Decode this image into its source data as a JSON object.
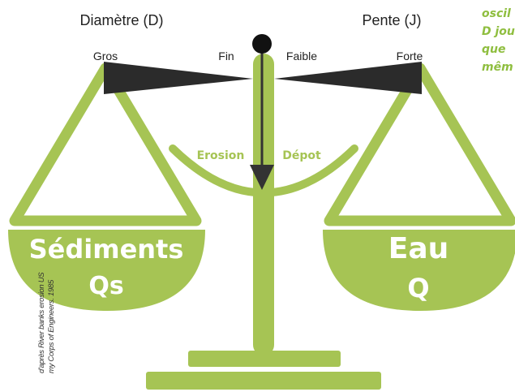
{
  "scale": {
    "left_axis_label": "Diamètre (D)",
    "right_axis_label": "Pente (J)",
    "left_beam_min": "Gros",
    "left_beam_max": "Fin",
    "right_beam_min": "Faible",
    "right_beam_max": "Forte",
    "dial_left_label": "Erosion",
    "dial_right_label": "Dépot",
    "left_pan_title": "Sédiments",
    "left_pan_symbol": "Qs",
    "right_pan_title": "Eau",
    "right_pan_symbol": "Q"
  },
  "side_note_lines": [
    "oscil",
    "D jou",
    "que",
    "mêm"
  ],
  "credit_lines": [
    "d'après River banks erosion US",
    "my Corps of Engineers. 1985"
  ],
  "colors": {
    "green": "#a6c454",
    "green_text": "#8fbe3f",
    "beam": "#2b2b2b",
    "pointer": "#333333",
    "white": "#ffffff"
  }
}
